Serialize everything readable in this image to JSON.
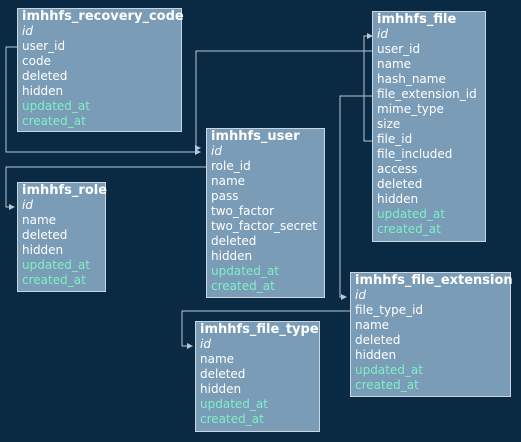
{
  "colors": {
    "background": "#0a2a44",
    "table_fill": "#7a9cb6",
    "table_border": "#c9d6e0",
    "text": "#ffffff",
    "timestamp_text": "#7ef0c6",
    "connector": "#b8c6d2"
  },
  "tables": {
    "recovery_code": {
      "title": "imhhfs_recovery_code",
      "fields": [
        "id",
        "user_id",
        "code",
        "deleted",
        "hidden",
        "updated_at",
        "created_at"
      ]
    },
    "user": {
      "title": "imhhfs_user",
      "fields": [
        "id",
        "role_id",
        "name",
        "pass",
        "two_factor",
        "two_factor_secret",
        "deleted",
        "hidden",
        "updated_at",
        "created_at"
      ]
    },
    "role": {
      "title": "imhhfs_role",
      "fields": [
        "id",
        "name",
        "deleted",
        "hidden",
        "updated_at",
        "created_at"
      ]
    },
    "file": {
      "title": "imhhfs_file",
      "fields": [
        "id",
        "user_id",
        "name",
        "hash_name",
        "file_extension_id",
        "mime_type",
        "size",
        "file_id",
        "file_included",
        "access",
        "deleted",
        "hidden",
        "updated_at",
        "created_at"
      ]
    },
    "file_extension": {
      "title": "imhhfs_file_extension",
      "fields": [
        "id",
        "file_type_id",
        "name",
        "deleted",
        "hidden",
        "updated_at",
        "created_at"
      ]
    },
    "file_type": {
      "title": "imhhfs_file_type",
      "fields": [
        "id",
        "name",
        "deleted",
        "hidden",
        "updated_at",
        "created_at"
      ]
    }
  }
}
